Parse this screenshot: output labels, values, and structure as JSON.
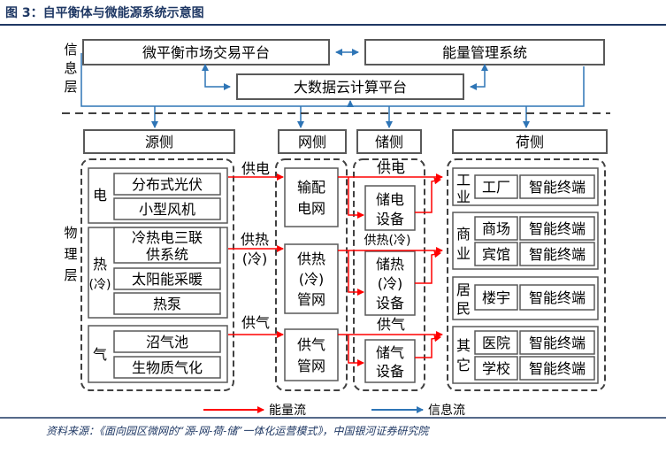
{
  "figure_title": "图 3：自平衡体与微能源系统示意图",
  "layers": {
    "info": "信息层",
    "physical": "物理层"
  },
  "info_boxes": {
    "micro_balance_market": "微平衡市场交易平台",
    "energy_management": "能量管理系统",
    "big_data_cloud": "大数据云计算平台"
  },
  "headers": {
    "source": "源侧",
    "grid": "网侧",
    "storage": "储侧",
    "load": "荷侧"
  },
  "source_side": {
    "electric_label": "电",
    "electric_items": [
      "分布式光伏",
      "小型风机"
    ],
    "heat_label": "热(冷)",
    "chp_item": "冷热电三联供系统",
    "heat_items": [
      "太阳能采暖",
      "热泵"
    ],
    "gas_label": "气",
    "gas_items": [
      "沼气池",
      "生物质气化"
    ]
  },
  "flow_labels": {
    "power": "供电",
    "heat": "供热(冷)",
    "gas": "供气"
  },
  "grid_side": [
    "输配电网",
    "供热(冷)管网",
    "供气管网"
  ],
  "storage_side": [
    "储电设备",
    "储热(冷)设备",
    "储气设备"
  ],
  "load_side": [
    {
      "group": "工业",
      "places": [
        "工厂"
      ],
      "terminal": "智能终端"
    },
    {
      "group": "商业",
      "places": [
        "商场",
        "宾馆"
      ],
      "terminal": "智能终端"
    },
    {
      "group": "居民",
      "places": [
        "楼宇"
      ],
      "terminal": "智能终端"
    },
    {
      "group": "其它",
      "places": [
        "医院",
        "学校"
      ],
      "terminal": "智能终端"
    }
  ],
  "legend": {
    "energy_flow": "能量流",
    "info_flow": "信息流"
  },
  "colors": {
    "energy_arrow": "#ff0000",
    "info_arrow": "#2e75b6",
    "title": "#1f3864"
  },
  "source_note": "资料来源：《面向园区微网的“源-网-荷-储”一体化运营模式》，中国银河证券研究院"
}
